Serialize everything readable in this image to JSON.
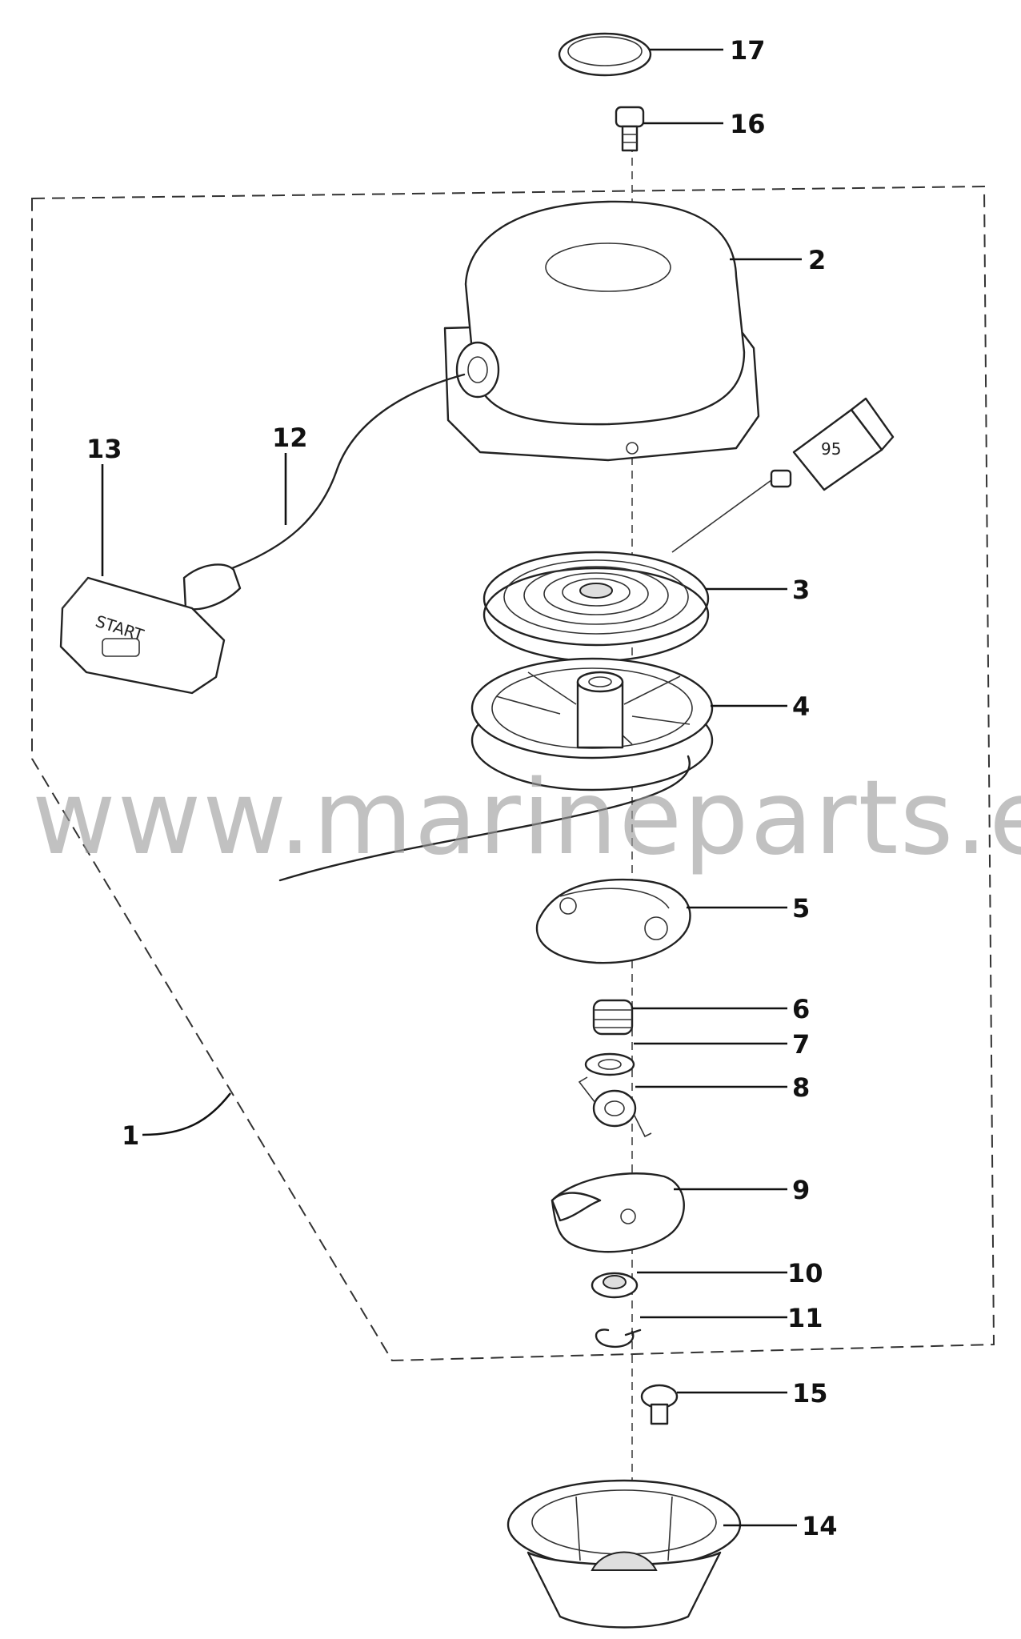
{
  "callouts": [
    "1",
    "2",
    "3",
    "4",
    "5",
    "6",
    "7",
    "8",
    "9",
    "10",
    "11",
    "12",
    "13",
    "14",
    "15",
    "16",
    "17"
  ],
  "tube_label": "95",
  "handle_text": "START",
  "watermark": "www.marineparts.eu"
}
